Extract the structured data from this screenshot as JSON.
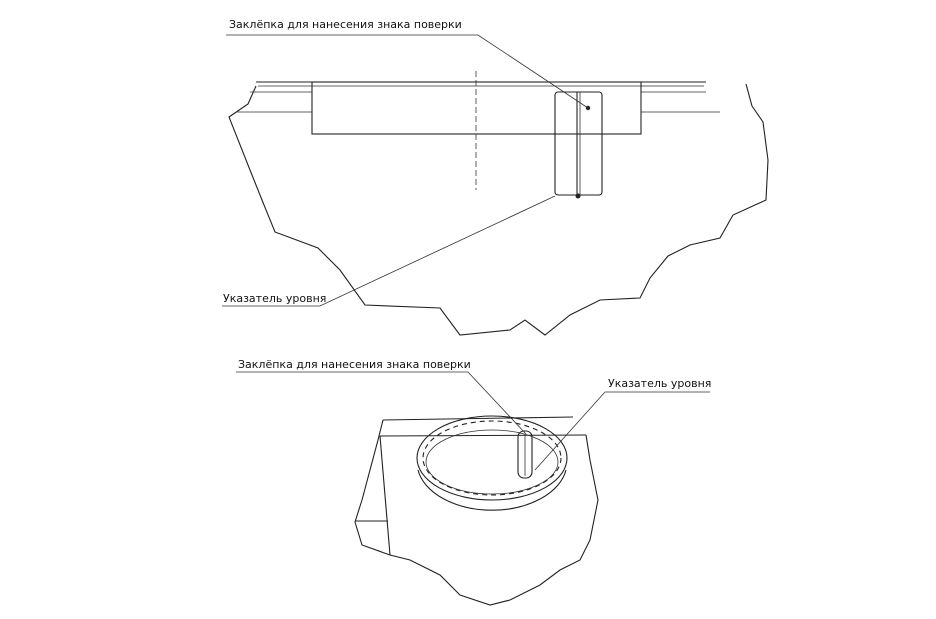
{
  "top_view": {
    "label_rivet": "Заклёпка для нанесения знака поверки",
    "label_level": "Указатель уровня"
  },
  "iso_view": {
    "label_rivet": "Заклёпка для нанесения знака поверки",
    "label_level": "Указатель уровня"
  }
}
